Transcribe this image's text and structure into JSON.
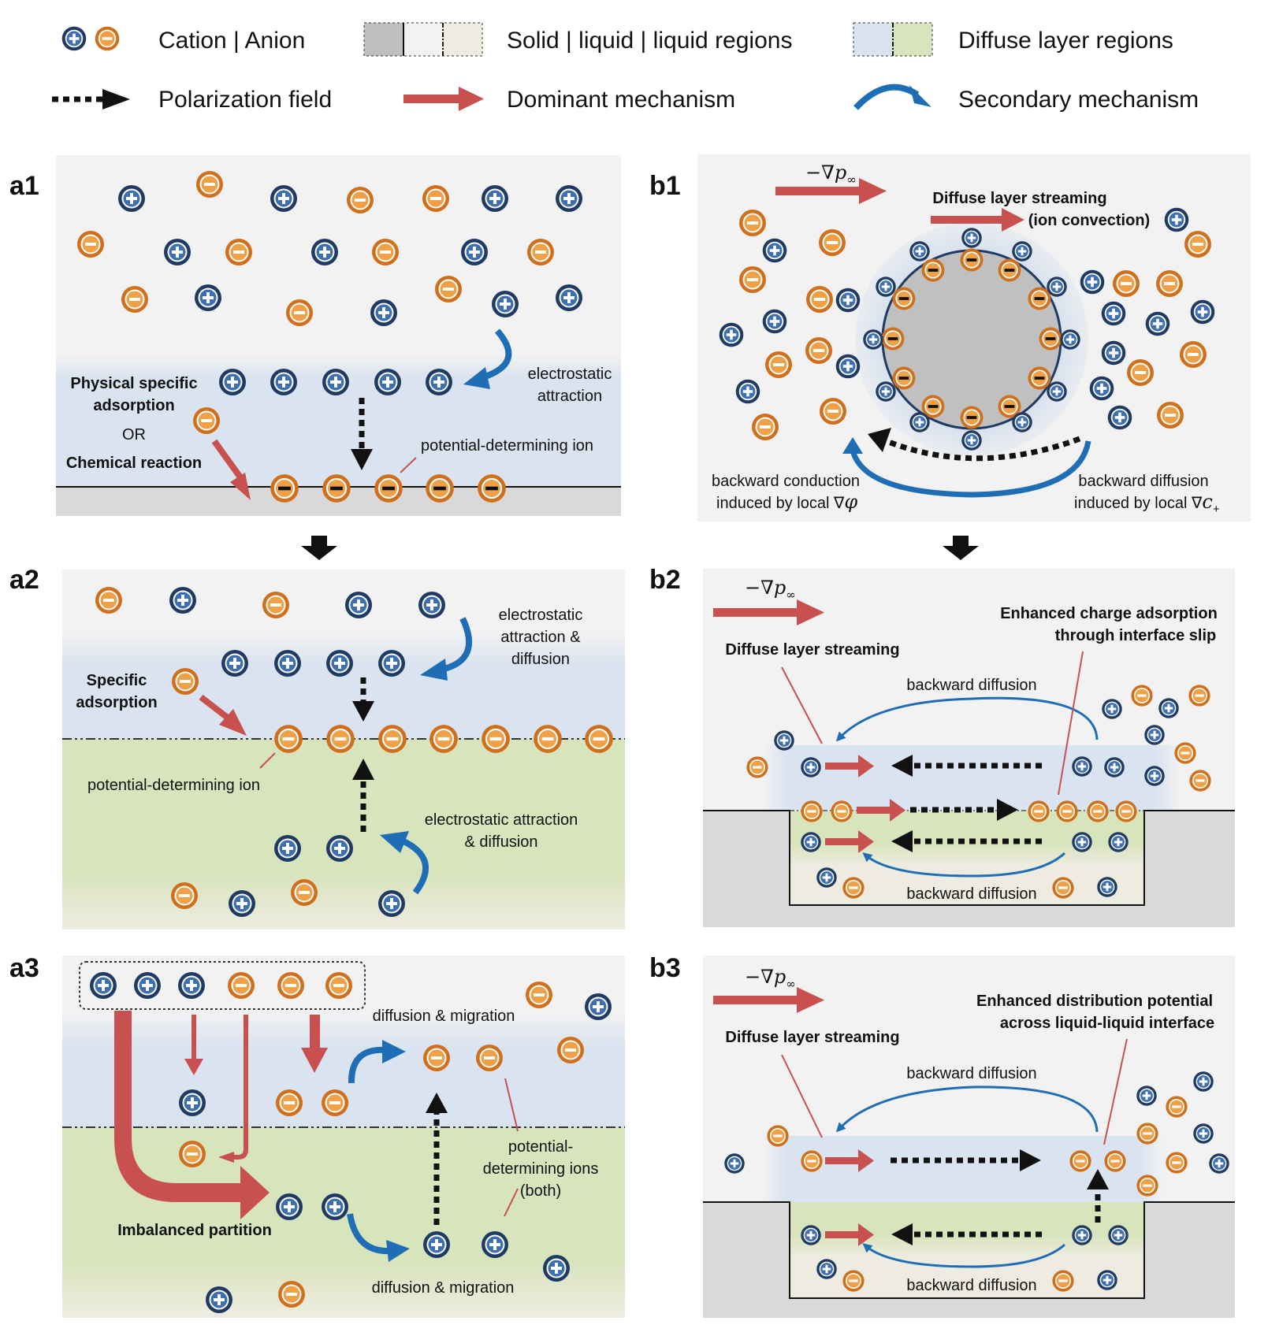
{
  "legend": {
    "cation_anion": "Cation | Anion",
    "regions": "Solid | liquid | liquid regions",
    "diffuse": "Diffuse layer regions",
    "polarization": "Polarization field",
    "dominant": "Dominant mechanism",
    "secondary": "Secondary mechanism"
  },
  "panels": {
    "a1": {
      "label": "a1",
      "physical_specific": "Physical specific",
      "adsorption": "adsorption",
      "or": "OR",
      "chemical_reaction": "Chemical reaction",
      "electrostatic": "electrostatic",
      "attraction": "attraction",
      "pdi": "potential-determining ion"
    },
    "a2": {
      "label": "a2",
      "specific": "Specific",
      "adsorption": "adsorption",
      "ea1": "electrostatic",
      "ea2": "attraction &",
      "ea3": "diffusion",
      "pdi": "potential-determining ion",
      "ead1": "electrostatic attraction",
      "ead2": "& diffusion"
    },
    "a3": {
      "label": "a3",
      "diff_mig_top": "diffusion &  migration",
      "pdis1": "potential-",
      "pdis2": "determining ions",
      "pdis3": "(both)",
      "imbalanced": "Imbalanced partition",
      "diff_mig_bottom": "diffusion & migration"
    },
    "b1": {
      "label": "b1",
      "grad_p": "−∇p",
      "inf": "∞",
      "dls": "Diffuse layer streaming",
      "ion_conv": "(ion convection)",
      "bc1": "backward conduction",
      "bc2": "induced by local ∇",
      "phi": "φ",
      "bd1": "backward diffusion",
      "bd2": "induced by local ∇",
      "c": "c",
      "plus": "+"
    },
    "b2": {
      "label": "b2",
      "grad_p": "−∇p",
      "inf": "∞",
      "dls": "Diffuse layer streaming",
      "eca1": "Enhanced charge adsorption",
      "eca2": "through interface slip",
      "bd_top": "backward diffusion",
      "bd_bottom": "backward diffusion"
    },
    "b3": {
      "label": "b3",
      "grad_p": "−∇p",
      "inf": "∞",
      "dls": "Diffuse layer streaming",
      "edp1": "Enhanced distribution potential",
      "edp2": "across liquid-liquid interface",
      "bd_top": "backward diffusion",
      "bd_bottom": "backward diffusion"
    }
  },
  "colors": {
    "cation": "#1f3b64",
    "anion": "#e98a2c",
    "dominant": "#c8504f",
    "secondary": "#1f6eb5",
    "solid": "#d9d9d9",
    "liquid": "#f2f2f2",
    "liquid2": "#eeece1",
    "diffuse_blue": "#dae3f0",
    "diffuse_green": "#d8e4bc"
  }
}
